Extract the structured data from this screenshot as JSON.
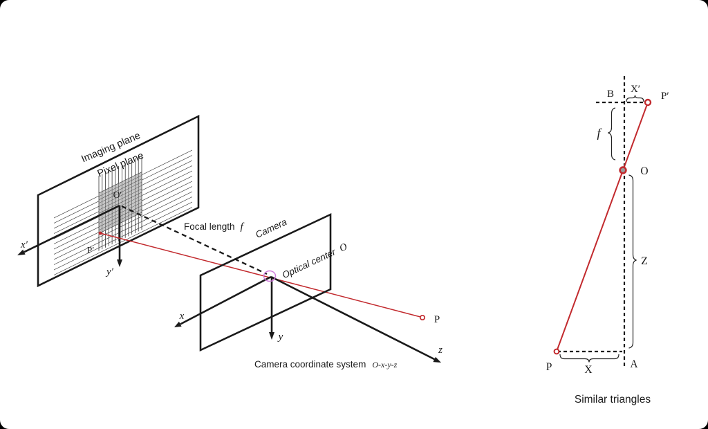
{
  "colors": {
    "paper": "#ffffff",
    "ink": "#1a1a1a",
    "ray": "#c22a2e",
    "purple": "#cf7bdc",
    "grid_fill": "#c6c6c6",
    "grid_line": "#4a4a4a"
  },
  "left": {
    "imaging_plane": "Imaging plane",
    "pixel_plane": "Pixel plane",
    "o_prime": "O′",
    "p_prime": "P′",
    "x_prime_axis": "x′",
    "y_prime_axis": "y′",
    "focal_length": "Focal length",
    "focal_symbol": "f",
    "camera": "Camera",
    "optical_center": "Optical center",
    "optical_center_symbol": "O",
    "x_axis": "x",
    "y_axis": "y",
    "z_axis": "z",
    "point_p": "P",
    "coord_system": "Camera coordinate system",
    "coord_notation": "O-x-y-z"
  },
  "right": {
    "b": "B",
    "x_prime": "X′",
    "p_prime": "P′",
    "f": "f",
    "o": "O",
    "z": "Z",
    "p": "P",
    "x": "X",
    "a": "A",
    "caption": "Similar triangles"
  }
}
